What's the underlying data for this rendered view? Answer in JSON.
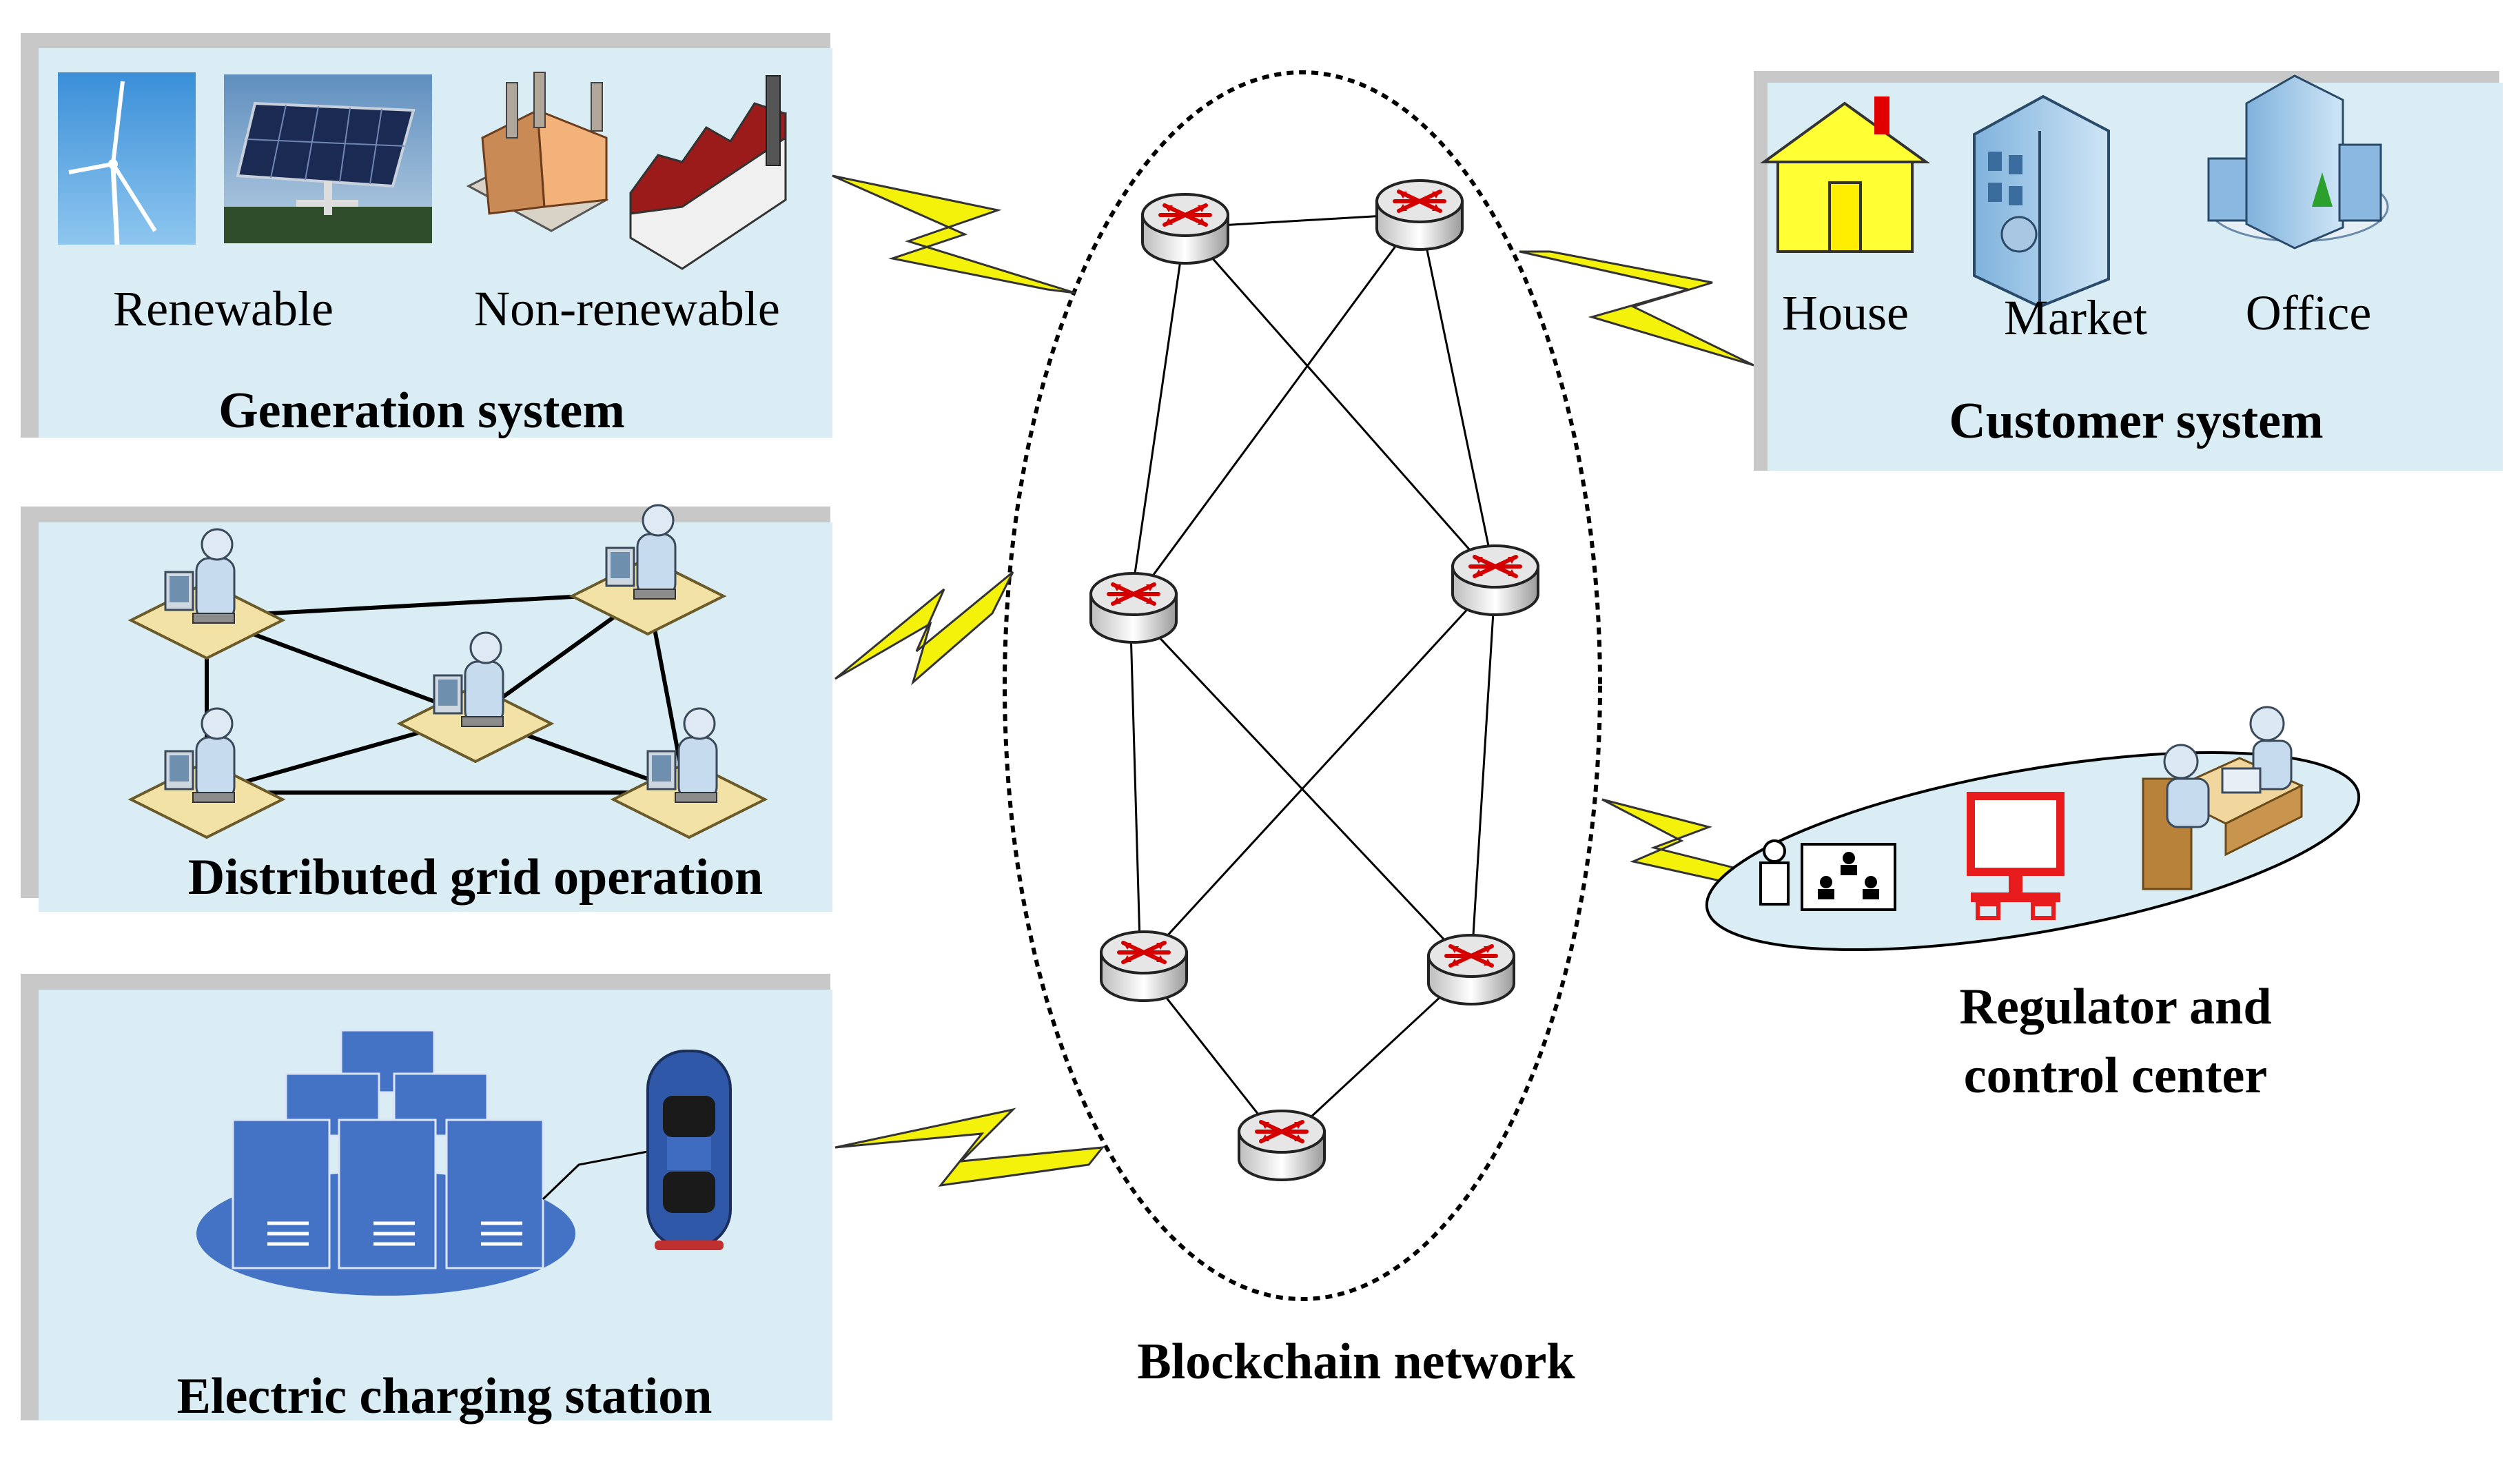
{
  "generation_system": {
    "title": "Generation system",
    "renewable_label": "Renewable",
    "non_renewable_label": "Non-renewable"
  },
  "distributed_grid": {
    "title": "Distributed grid operation"
  },
  "charging_station": {
    "title": "Electric charging station"
  },
  "customer_system": {
    "title": "Customer system",
    "house_label": "House",
    "market_label": "Market",
    "office_label": "Office"
  },
  "regulator": {
    "title_line1": "Regulator and",
    "title_line2": "control center"
  },
  "blockchain": {
    "title": "Blockchain network"
  },
  "icons": [
    "wind-turbine-icon",
    "solar-panel-icon",
    "factory-icon",
    "house-icon",
    "market-icon",
    "office-icon",
    "router-icon",
    "workstation-icon",
    "charging-station-icon",
    "electric-car-icon",
    "presentation-icon",
    "computer-icon",
    "operator-desk-icon",
    "lightning-bolt-icon"
  ],
  "colors": {
    "panel_background": "#daedf4",
    "lightning": "#f4f20b",
    "router_arrows": "#d40000",
    "charging_blue": "#4472c4",
    "computer_red": "#e81c1c"
  }
}
